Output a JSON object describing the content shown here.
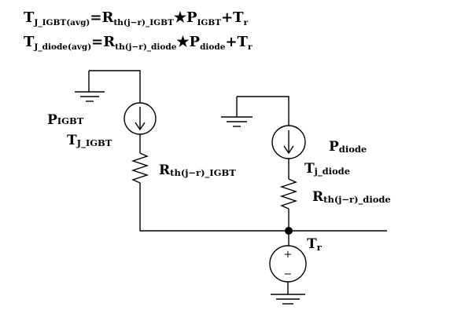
{
  "equations": {
    "igbt": {
      "lhs_main": "T",
      "lhs_sub": "J_IGBT(avg)",
      "eq": "=",
      "r_main": "R",
      "r_sub": "th(j−r)_IGBT",
      "mult": "★",
      "p_main": "P",
      "p_sub": "IGBT",
      "plus": "+",
      "t_main": "T",
      "t_sub": "r"
    },
    "diode": {
      "lhs_main": "T",
      "lhs_sub": "J_diode(avg)",
      "eq": "=",
      "r_main": "R",
      "r_sub": "th(j−r)_diode",
      "mult": "★",
      "p_main": "P",
      "p_sub": "diode",
      "plus": "+",
      "t_main": "T",
      "t_sub": "r"
    }
  },
  "labels": {
    "p_igbt": {
      "main": "P",
      "sub": "IGBT"
    },
    "tj_igbt": {
      "main": "T",
      "sub": "J_IGBT"
    },
    "rth_igbt": {
      "main": "R",
      "sub": "th(j−r)_IGBT"
    },
    "p_diode": {
      "main": "P",
      "sub": "diode"
    },
    "tj_diode": {
      "main": "T",
      "sub": "j_diode"
    },
    "rth_diode": {
      "main": "R",
      "sub": "th(j−r)_diode"
    },
    "tr": {
      "main": "T",
      "sub": "r"
    },
    "source_plus": "+",
    "source_minus": "−"
  }
}
